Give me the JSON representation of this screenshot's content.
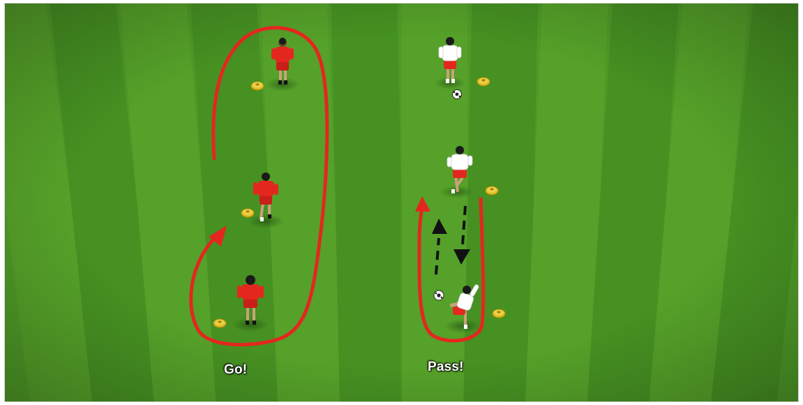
{
  "diagram": {
    "labels": {
      "go": "Go!",
      "pass": "Pass!"
    },
    "colors": {
      "grass_light": "#5aa62c",
      "grass_dark": "#3f8a1f",
      "red_team": "#e3271e",
      "white_team": "#ffffff",
      "arrow_red": "#e3271e",
      "arrow_black": "#111111",
      "cone": "#f2d21b"
    },
    "groups": [
      {
        "name": "go-group",
        "players": 3,
        "team": "red",
        "cones": 3
      },
      {
        "name": "pass-group",
        "players": 3,
        "team": "white",
        "cones": 3,
        "balls": 2
      }
    ]
  }
}
